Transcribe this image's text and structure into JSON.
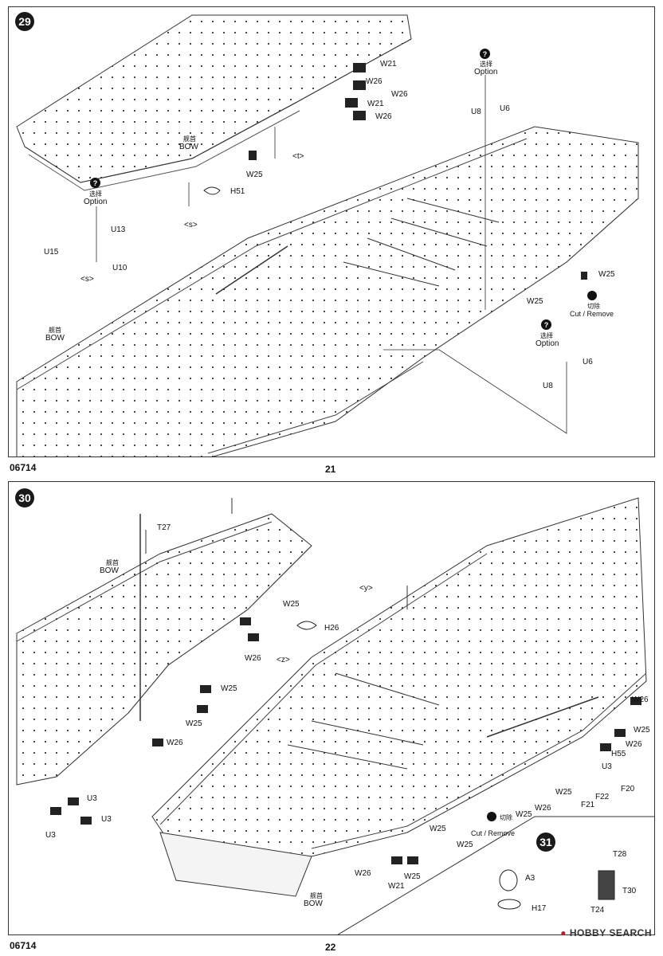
{
  "footer": {
    "code_top": "06714",
    "page_top": "21",
    "code_bottom": "06714",
    "page_bottom": "22"
  },
  "watermark": "HOBBY SEARCH",
  "step29": {
    "number": "29",
    "labels": {
      "W21a": "W21",
      "W26a": "W26",
      "W21b": "W21",
      "W26b": "W26",
      "W26c": "W26",
      "option_cn": "选择",
      "option": "Option",
      "U8": "U8",
      "U6": "U6",
      "bow_cn": "舰首",
      "bow": "BOW",
      "W25": "W25",
      "t": "<t>",
      "H51": "H51",
      "s": "<s>",
      "U13": "U13",
      "U15": "U15",
      "U10": "U10",
      "s2": "<s>",
      "bow2_cn": "舰首",
      "bow2": "BOW",
      "W25b": "W25",
      "W25c": "W25",
      "cut_cn": "切除",
      "cut": "Cut / Remove",
      "option2_cn": "选择",
      "option2": "Option",
      "U6b": "U6",
      "U8b": "U8"
    }
  },
  "step30": {
    "number": "30",
    "labels": {
      "T27": "T27",
      "bow_cn": "舰首",
      "bow": "BOW",
      "y": "<y>",
      "W25a": "W25",
      "H26": "H26",
      "W26a": "W26",
      "z": "<z>",
      "W25b": "W25",
      "W25c": "W25",
      "W26b": "W26",
      "U3a": "U3",
      "U3b": "U3",
      "U3c": "U3",
      "W26c": "W26",
      "W25d": "W25",
      "W26d": "W26",
      "H55": "H55",
      "U3d": "U3",
      "F20": "F20",
      "W25e": "W25",
      "F22": "F22",
      "W25f": "W25",
      "W26e": "W26",
      "F21": "F21",
      "W25g": "W25",
      "cut_cn": "切除",
      "cut": "Cut / Remove",
      "W25h": "W25",
      "W26f": "W26",
      "W21": "W21",
      "W25i": "W25",
      "bow2_cn": "舰首",
      "bow2": "BOW"
    }
  },
  "step31": {
    "number": "31",
    "labels": {
      "T28": "T28",
      "A3": "A3",
      "T30": "T30",
      "T24": "T24",
      "H17": "H17"
    }
  }
}
